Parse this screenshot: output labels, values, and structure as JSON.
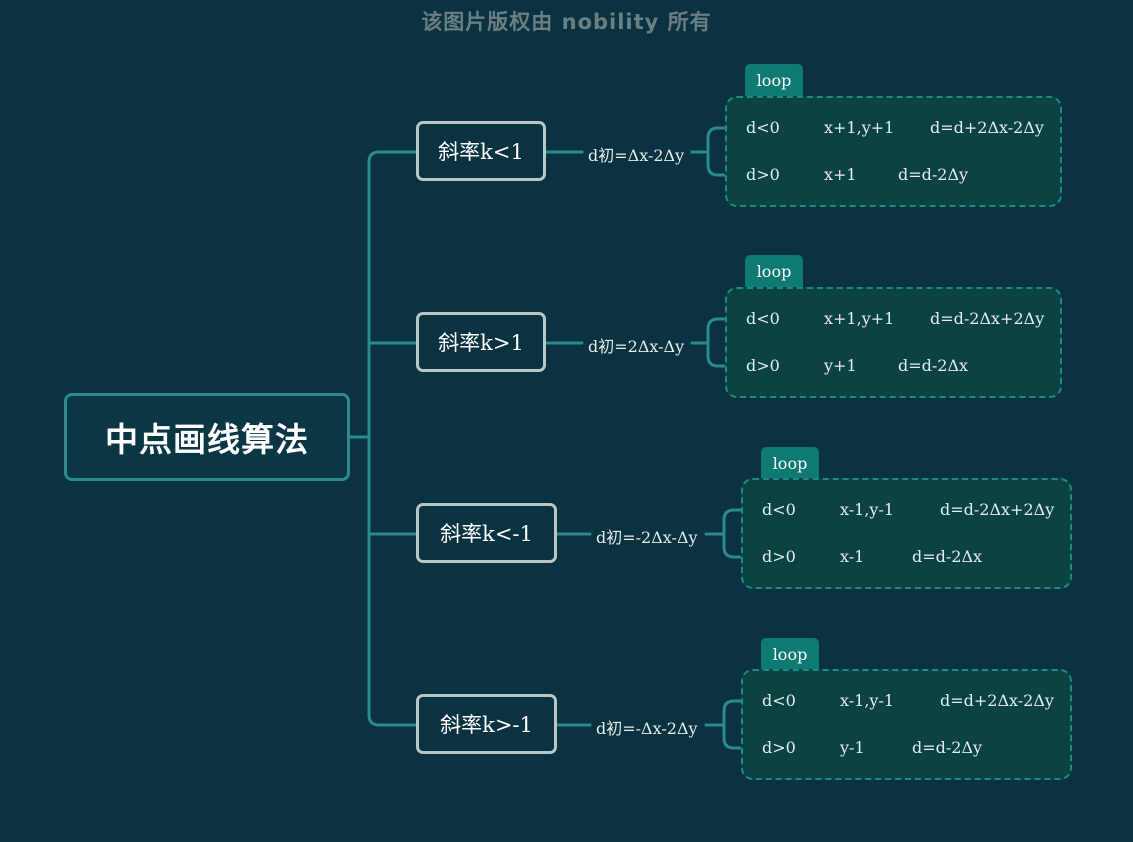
{
  "watermark": "该图片版权由 nobility 所有",
  "root": {
    "label": "中点画线算法"
  },
  "branches": [
    {
      "label": "斜率k<1",
      "init": "d初=Δx-2Δy",
      "loop_label": "loop",
      "rows": [
        {
          "cond": "d<0",
          "step": "x+1,y+1",
          "update": "d=d+2Δx-2Δy"
        },
        {
          "cond": "d>0",
          "step": "x+1",
          "update": "d=d-2Δy"
        }
      ]
    },
    {
      "label": "斜率k>1",
      "init": "d初=2Δx-Δy",
      "loop_label": "loop",
      "rows": [
        {
          "cond": "d<0",
          "step": "x+1,y+1",
          "update": "d=d-2Δx+2Δy"
        },
        {
          "cond": "d>0",
          "step": "y+1",
          "update": "d=d-2Δx"
        }
      ]
    },
    {
      "label": "斜率k<-1",
      "init": "d初=-2Δx-Δy",
      "loop_label": "loop",
      "rows": [
        {
          "cond": "d<0",
          "step": "x-1,y-1",
          "update": "d=d-2Δx+2Δy"
        },
        {
          "cond": "d>0",
          "step": "x-1",
          "update": "d=d-2Δx"
        }
      ]
    },
    {
      "label": "斜率k>-1",
      "init": "d初=-Δx-2Δy",
      "loop_label": "loop",
      "rows": [
        {
          "cond": "d<0",
          "step": "x-1,y-1",
          "update": "d=d+2Δx-2Δy"
        },
        {
          "cond": "d>0",
          "step": "y-1",
          "update": "d=d-2Δy"
        }
      ]
    }
  ],
  "colors": {
    "background": "#0a3240",
    "connector": "#2b8a8a",
    "loop_border": "#1f8a80",
    "loop_fill": "#0b4345",
    "loop_tag": "#0f7a72",
    "branch_border": "#b9c6c6",
    "text": "#e6eded"
  }
}
